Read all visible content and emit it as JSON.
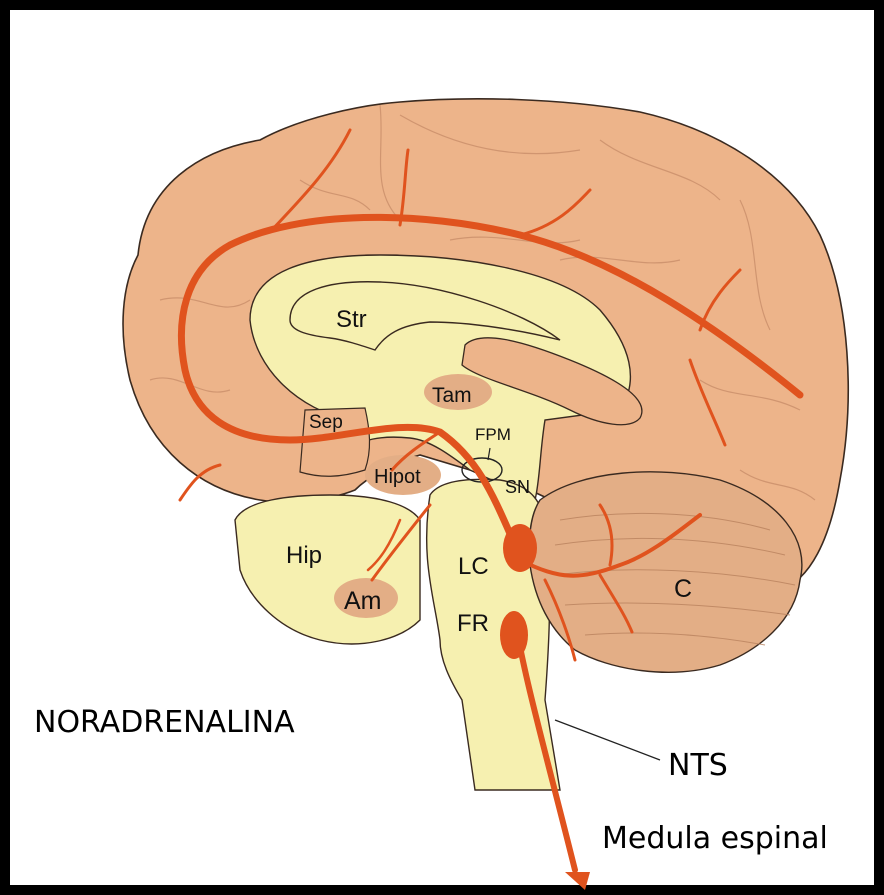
{
  "title": "NORADRENALINA",
  "labels": {
    "str": "Str",
    "tam": "Tam",
    "sep": "Sep",
    "fpm": "FPM",
    "hipot": "Hipot",
    "sn": "SN",
    "hip": "Hip",
    "am": "Am",
    "lc": "LC",
    "fr": "FR",
    "c": "C",
    "nts": "NTS",
    "medula": "Medula espinal"
  },
  "colors": {
    "cortex": "#EDB48A",
    "deep": "#F6F0B0",
    "nucleus": "#E3AE86",
    "pathway": "#E0531E",
    "outline": "#3a2a20"
  }
}
